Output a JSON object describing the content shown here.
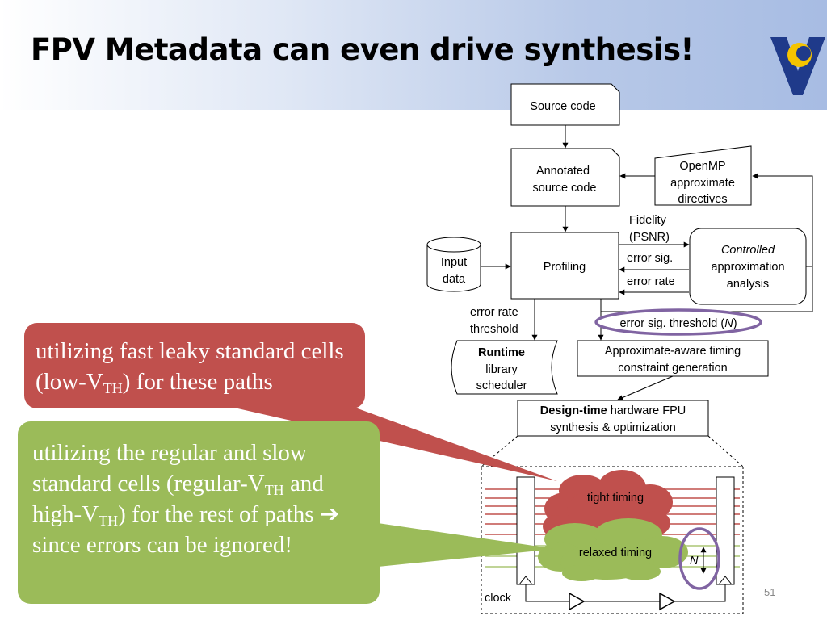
{
  "slide": {
    "title": "FPV Metadata can even drive synthesis!",
    "slide_number": "51"
  },
  "diagram": {
    "source_code": "Source code",
    "annotated_line1": "Annotated",
    "annotated_line2": "source code",
    "openmp_line1": "OpenMP",
    "openmp_line2": "approximate",
    "openmp_line3": "directives",
    "input_line1": "Input",
    "input_line2": "data",
    "profiling": "Profiling",
    "fidelity_line1": "Fidelity",
    "fidelity_line2": "(PSNR)",
    "error_sig": "error sig.",
    "error_rate": "error rate",
    "controlled": "Controlled",
    "controlled_line2": "approximation",
    "controlled_line3": "analysis",
    "error_rate_threshold_line1": "error rate",
    "error_rate_threshold_line2": "threshold",
    "error_sig_threshold_prefix": "error sig. threshold (",
    "error_sig_threshold_var": "N",
    "error_sig_threshold_suffix": ")",
    "runtime_bold": "Runtime",
    "runtime_line2": "library",
    "runtime_line3": "scheduler",
    "timing_line1": "Approximate-aware timing",
    "timing_line2": "constraint generation",
    "design_time_bold": "Design-time",
    "design_time_rest": " hardware FPU",
    "design_line2": "synthesis & optimization",
    "tight_timing": "tight timing",
    "relaxed_timing": "relaxed timing",
    "n_label": "N",
    "clock": "clock"
  },
  "callouts": {
    "red_part1": "utilizing fast leaky standard cells (low-V",
    "red_sub": "TH",
    "red_part2": ") for these paths",
    "green_part1": "utilizing the regular and slow standard cells (regular-V",
    "green_sub1": "TH",
    "green_part2": " and high-V",
    "green_sub2": "TH",
    "green_part3": ") for the rest of paths ",
    "green_arrow": "➔",
    "green_part4": " since errors can be ignored!"
  },
  "colors": {
    "red": "#c0504d",
    "green": "#9bbb59",
    "ellipse": "#8064a2"
  }
}
